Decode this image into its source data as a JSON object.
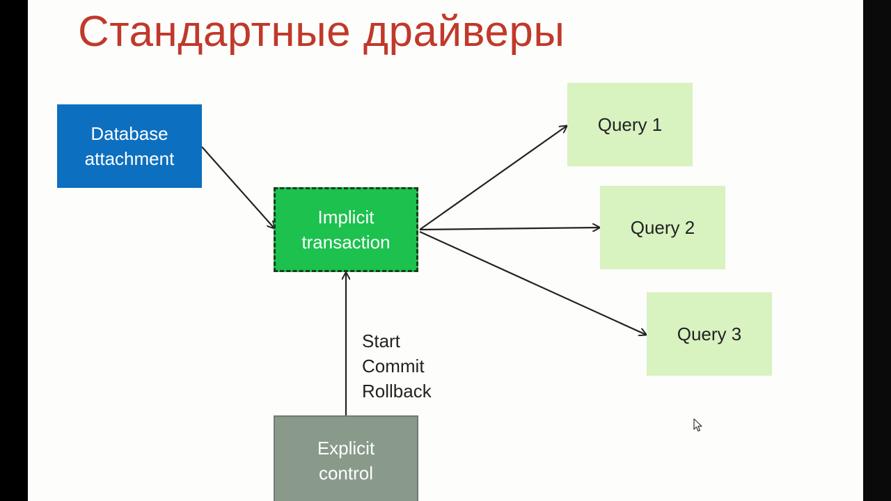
{
  "title": "Стандартные драйверы",
  "nodes": {
    "database_attachment": "Database\nattachment",
    "implicit_transaction": "Implicit\ntransaction",
    "explicit_control": "Explicit\ncontrol",
    "query1": "Query 1",
    "query2": "Query 2",
    "query3": "Query 3"
  },
  "control_labels": [
    "Start",
    "Commit",
    "Rollback"
  ],
  "colors": {
    "title": "#c0392b",
    "database_attachment": "#0d6fbf",
    "implicit_transaction": "#1cc14e",
    "explicit_control": "#899a8b",
    "query": "#d8f2c0"
  },
  "icons": [
    "mouse-cursor-icon"
  ]
}
